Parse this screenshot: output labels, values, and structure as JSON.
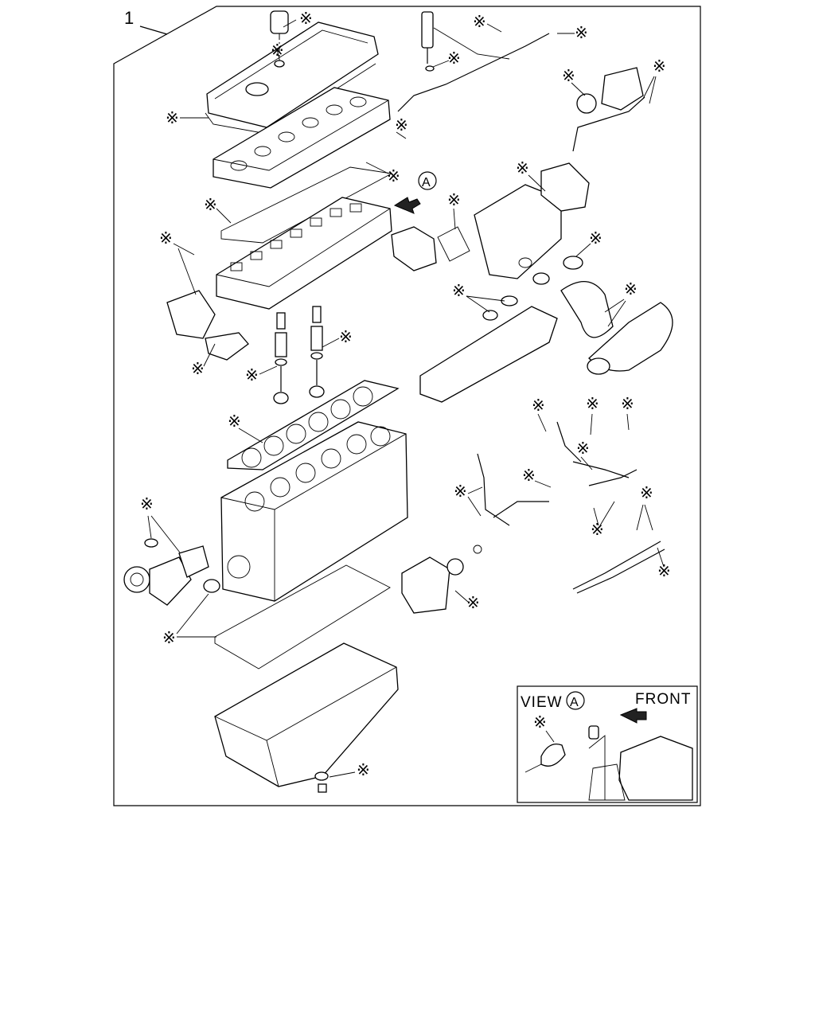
{
  "diagram": {
    "callout_number": "1",
    "kit_marker": "※",
    "view_circle_letter": "A",
    "inset": {
      "view_label": "VIEW",
      "view_letter": "A",
      "front_label": "FRONT"
    }
  }
}
